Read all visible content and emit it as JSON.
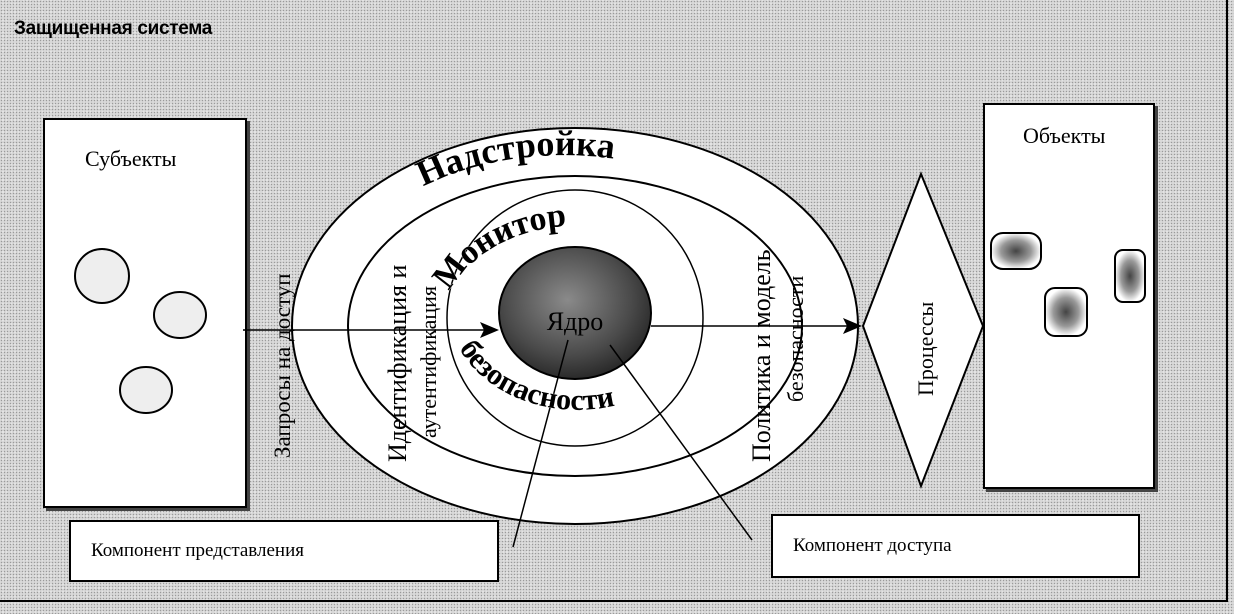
{
  "title": "Защищенная система",
  "subjects": {
    "title": "Субъекты"
  },
  "objects": {
    "title": "Объекты"
  },
  "ring_labels": {
    "outer": "Надстройка",
    "middle_top": "Монитор",
    "middle_bottom": "безопасности"
  },
  "core_label": "Ядро",
  "requests_label": "Запросы на доступ",
  "ident_label_line1": "Идентификация и",
  "ident_label_line2": "аутентификация",
  "policy_label_line1": "Политика и модель",
  "policy_label_line2": "безопасности",
  "processes_label": "Процессы",
  "presentation_component": "Компонент представления",
  "access_component": "Компонент доступа",
  "colors": {
    "background": "#d9d9d9",
    "box_fill": "#ffffff",
    "line": "#000000",
    "core": "#4a4a4a"
  }
}
